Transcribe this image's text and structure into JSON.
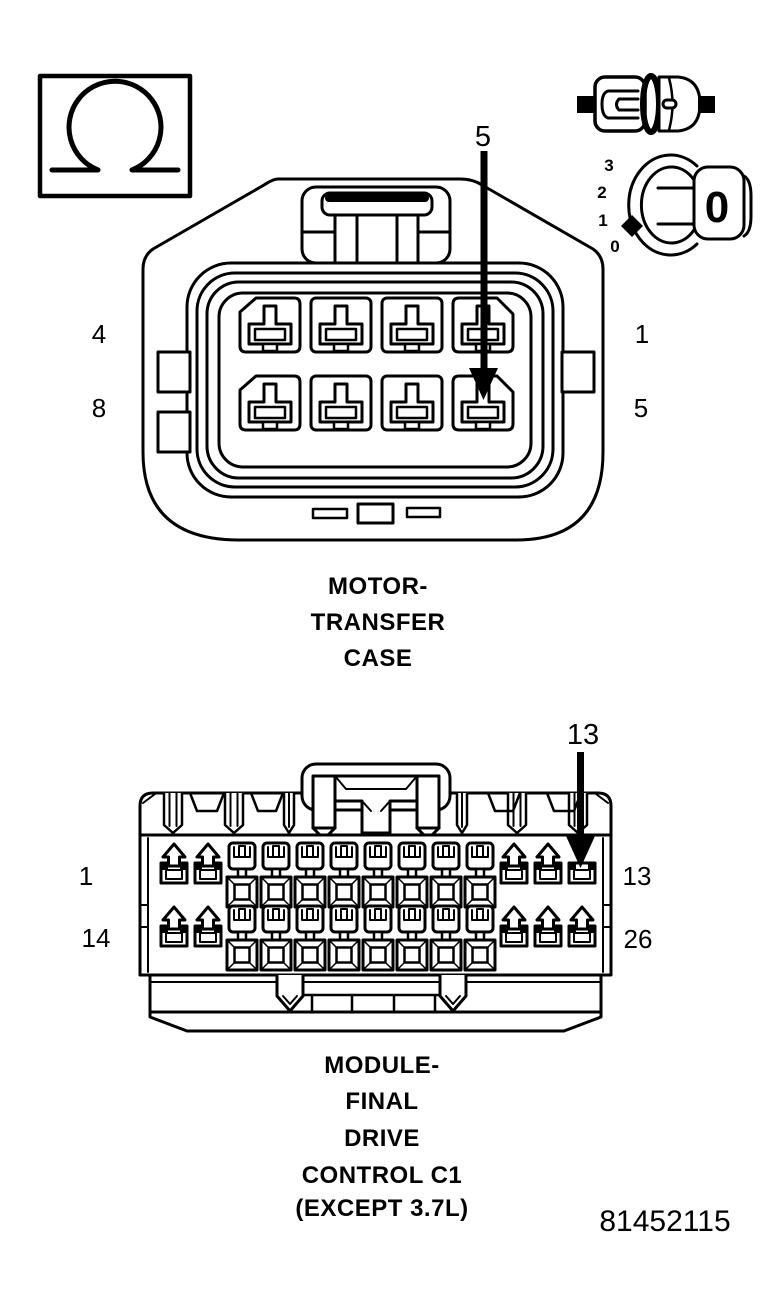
{
  "figure_number": "81452115",
  "icons": {
    "resistance": {
      "symbol": "Ω"
    },
    "disconnect": {
      "meaning": "disconnect-connector"
    },
    "ignition_switch": {
      "positions": [
        "3",
        "2",
        "1",
        "0"
      ],
      "key_mark": "0"
    }
  },
  "upper_connector": {
    "caption": [
      "MOTOR-",
      "TRANSFER",
      "CASE"
    ],
    "pins": {
      "left_top": "4",
      "left_bottom": "8",
      "right_top": "1",
      "right_bottom": "5"
    },
    "pointer_label": "5"
  },
  "lower_connector": {
    "caption": [
      "MODULE-",
      "FINAL",
      "DRIVE",
      "CONTROL C1",
      "(EXCEPT 3.7L)"
    ],
    "pins": {
      "left_top": "1",
      "left_bottom": "14",
      "right_top": "13",
      "right_bottom": "26"
    },
    "pointer_label": "13"
  },
  "colors": {
    "line": "#000000",
    "background": "#ffffff"
  }
}
